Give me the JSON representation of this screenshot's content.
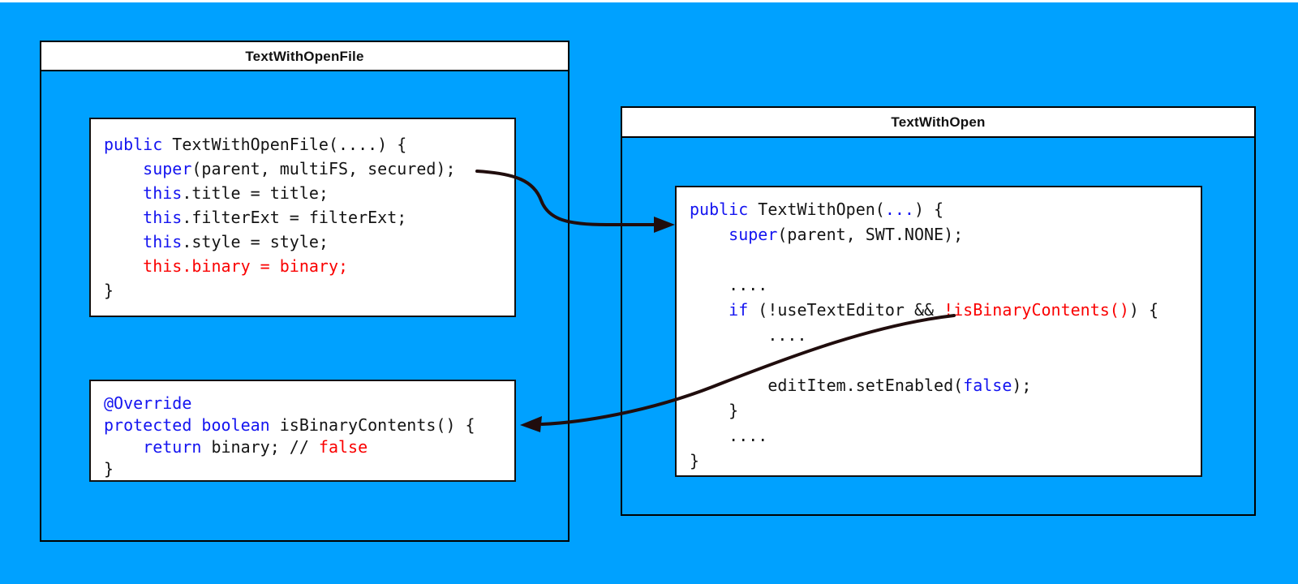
{
  "colors": {
    "background": "#00a1ff",
    "panel_white": "#ffffff",
    "border_black": "#000000",
    "keyword_blue": "#1414f0",
    "highlight_red": "#fa0000",
    "code_black": "#141414",
    "arrow_dark": "#200d0d"
  },
  "left_class": {
    "title": "TextWithOpenFile",
    "constructor_block": {
      "lines": [
        [
          {
            "c": "k",
            "t": "public"
          },
          {
            "c": "p",
            "t": " TextWithOpenFile(....) {"
          }
        ],
        [
          {
            "c": "p",
            "t": "    "
          },
          {
            "c": "k",
            "t": "super"
          },
          {
            "c": "p",
            "t": "(parent, multiFS, secured);"
          }
        ],
        [
          {
            "c": "p",
            "t": "    "
          },
          {
            "c": "k",
            "t": "this"
          },
          {
            "c": "p",
            "t": ".title = title;"
          }
        ],
        [
          {
            "c": "p",
            "t": "    "
          },
          {
            "c": "k",
            "t": "this"
          },
          {
            "c": "p",
            "t": ".filterExt = filterExt;"
          }
        ],
        [
          {
            "c": "p",
            "t": "    "
          },
          {
            "c": "k",
            "t": "this"
          },
          {
            "c": "p",
            "t": ".style = style;"
          }
        ],
        [
          {
            "c": "p",
            "t": "    "
          },
          {
            "c": "r",
            "t": "this.binary = binary;"
          }
        ],
        [
          {
            "c": "p",
            "t": "}"
          }
        ]
      ]
    },
    "override_block": {
      "lines": [
        [
          {
            "c": "k",
            "t": "@Override"
          }
        ],
        [
          {
            "c": "k",
            "t": "protected boolean"
          },
          {
            "c": "p",
            "t": " isBinaryContents() {"
          }
        ],
        [
          {
            "c": "p",
            "t": "    "
          },
          {
            "c": "k",
            "t": "return"
          },
          {
            "c": "p",
            "t": " binary; // "
          },
          {
            "c": "r",
            "t": "false"
          }
        ],
        [
          {
            "c": "p",
            "t": "}"
          }
        ]
      ]
    }
  },
  "right_class": {
    "title": "TextWithOpen",
    "constructor_block": {
      "lines": [
        [
          {
            "c": "k",
            "t": "public"
          },
          {
            "c": "p",
            "t": " TextWithOpen("
          },
          {
            "c": "k",
            "t": "..."
          },
          {
            "c": "p",
            "t": ") {"
          }
        ],
        [
          {
            "c": "p",
            "t": "    "
          },
          {
            "c": "k",
            "t": "super"
          },
          {
            "c": "p",
            "t": "(parent, SWT.NONE);"
          }
        ],
        [],
        [
          {
            "c": "p",
            "t": "    ...."
          }
        ],
        [
          {
            "c": "p",
            "t": "    "
          },
          {
            "c": "k",
            "t": "if"
          },
          {
            "c": "p",
            "t": " (!useTextEditor && "
          },
          {
            "c": "r",
            "t": "!isBinaryContents()"
          },
          {
            "c": "p",
            "t": ") {"
          }
        ],
        [
          {
            "c": "p",
            "t": "        ...."
          }
        ],
        [],
        [
          {
            "c": "p",
            "t": "        editItem.setEnabled("
          },
          {
            "c": "k",
            "t": "false"
          },
          {
            "c": "p",
            "t": ");"
          }
        ],
        [
          {
            "c": "p",
            "t": "    }"
          }
        ],
        [
          {
            "c": "p",
            "t": "    ...."
          }
        ],
        [
          {
            "c": "p",
            "t": "}"
          }
        ]
      ]
    }
  },
  "arrows": [
    {
      "name": "super-call-arrow"
    },
    {
      "name": "isbinarycontents-override-arrow"
    }
  ]
}
